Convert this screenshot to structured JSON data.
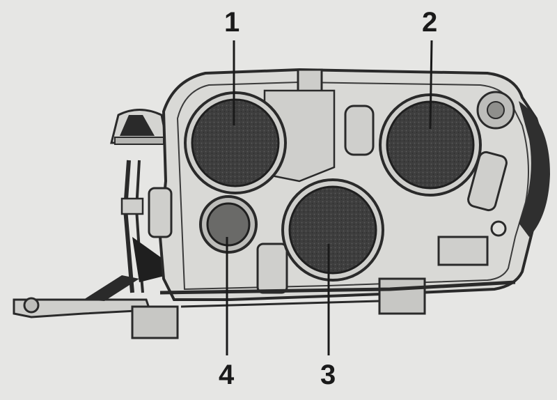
{
  "callouts": {
    "c1": "1",
    "c2": "2",
    "c3": "3",
    "c4": "4"
  },
  "colors": {
    "background": "#e6e6e4",
    "housing": "#d9d9d6",
    "outline": "#2a2a2a",
    "lens": "#4a4a4a",
    "shadow": "#1f1f1f"
  }
}
